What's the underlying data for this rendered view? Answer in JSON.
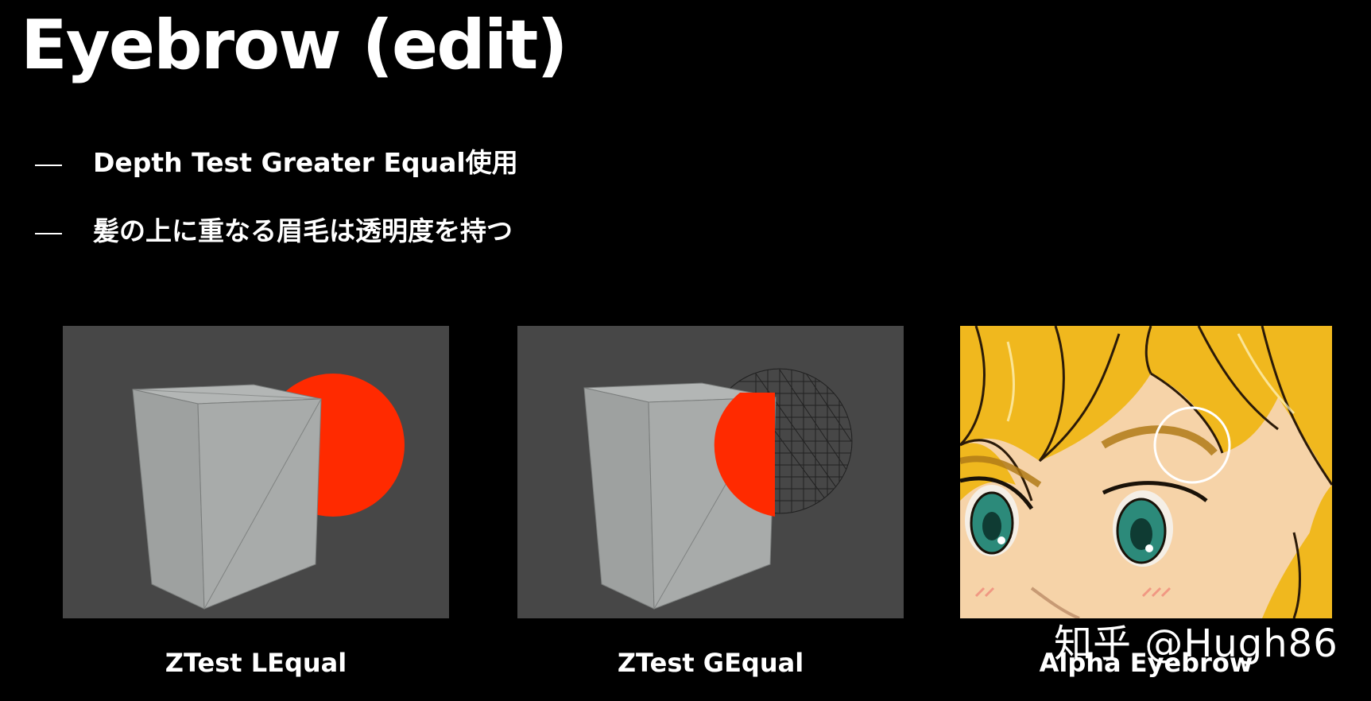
{
  "slide": {
    "title": "Eyebrow (edit)",
    "bullets": [
      "Depth Test Greater Equal使用",
      "髪の上に重なる眉毛は透明度を持つ"
    ],
    "panels": [
      {
        "caption": "ZTest LEqual"
      },
      {
        "caption": "ZTest GEqual"
      },
      {
        "caption": "Alpha Eyebrow"
      }
    ],
    "watermark": "知乎 @Hugh86"
  },
  "colors": {
    "background": "#000000",
    "viewport_gray": "#474747",
    "cube_gray": "#a3a6a5",
    "sphere_red": "#ff2a00",
    "hair_yellow": "#f0b81e",
    "skin": "#f6d3a8",
    "eye_teal": "#2c8a7a"
  }
}
